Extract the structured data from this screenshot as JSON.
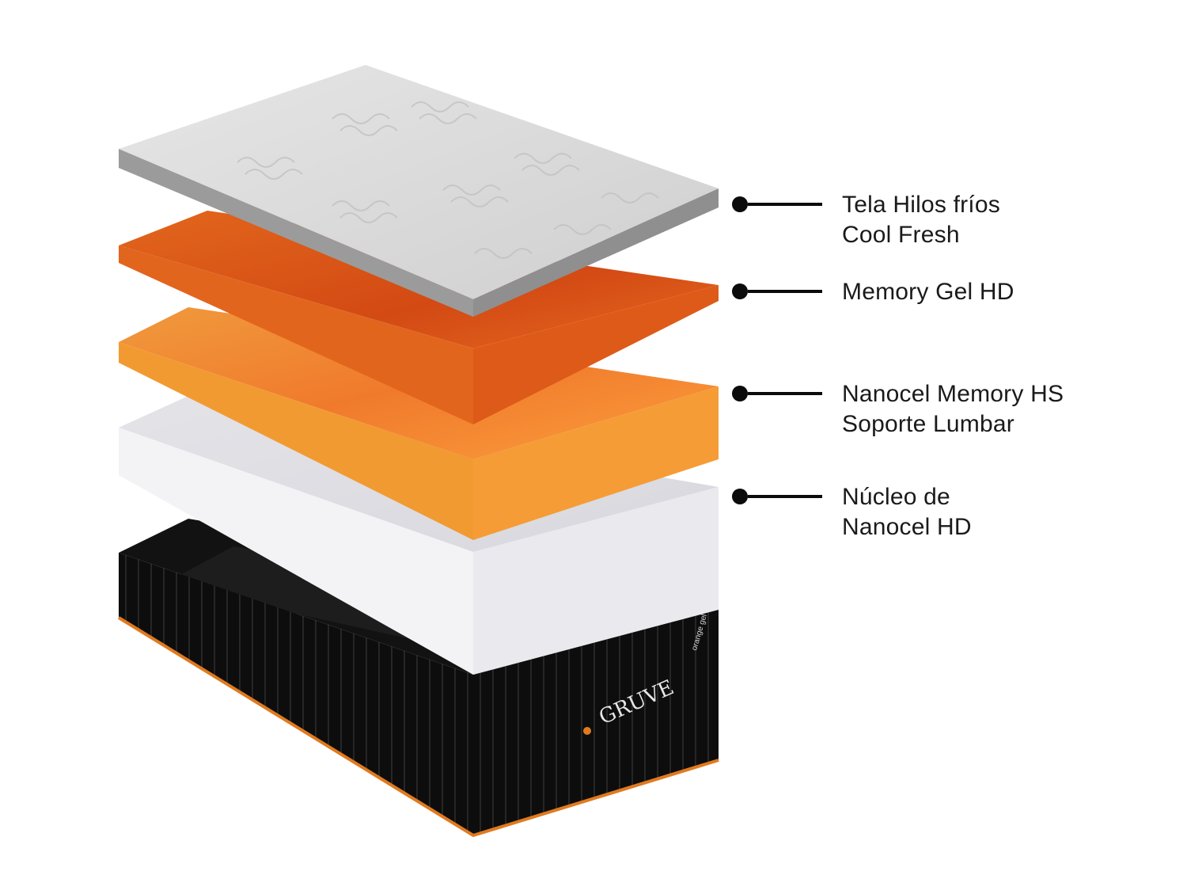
{
  "diagram": {
    "layers": [
      {
        "id": "tela",
        "lines": [
          "Tela Hilos fríos",
          "Cool Fresh"
        ]
      },
      {
        "id": "memory-gel",
        "lines": [
          "Memory Gel HD"
        ]
      },
      {
        "id": "nanocel-memory",
        "lines": [
          "Nanocel Memory HS",
          "Soporte Lumbar"
        ]
      },
      {
        "id": "nucleo",
        "lines": [
          "Núcleo de",
          "Nanocel HD"
        ]
      }
    ],
    "brand": {
      "logo_text": "GRUVE",
      "side_text": "orange gel"
    }
  },
  "colors": {
    "cover_top": "#d6d6d6",
    "cover_side": "#9a9a9a",
    "orange_dark": "#d4531a",
    "orange_light": "#f08a2e",
    "white_foam": "#e9e9ee",
    "base_black": "#0e0e0e",
    "accent_orange": "#e07a1f",
    "text": "#1a1a1a"
  }
}
